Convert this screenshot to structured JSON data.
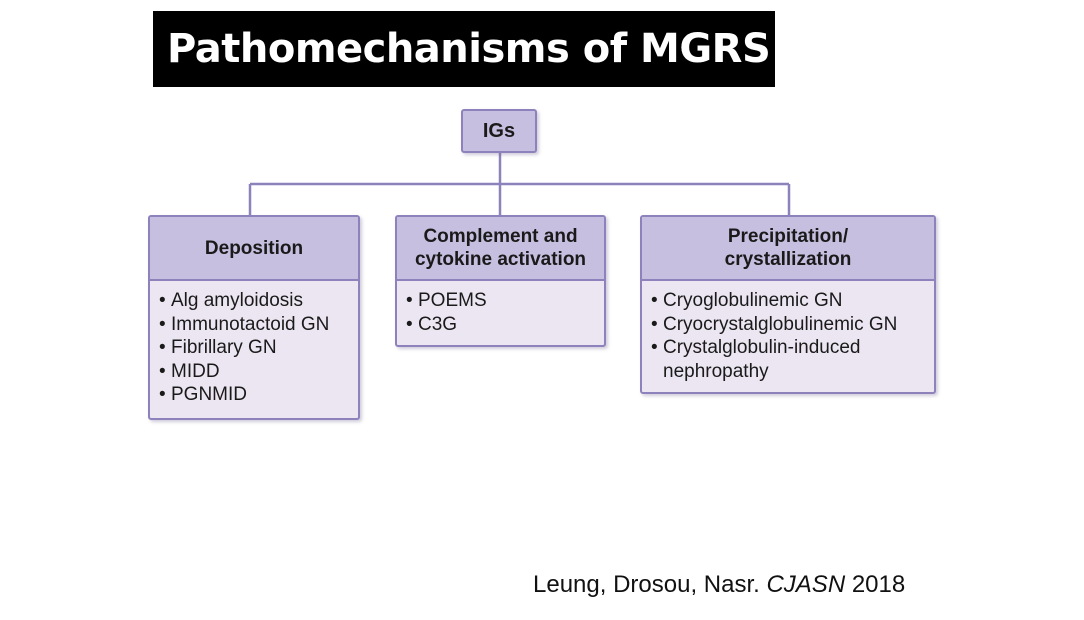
{
  "title": "Pathomechanisms of MGRS",
  "root": {
    "label": "IGs"
  },
  "branches": [
    {
      "header": "Deposition",
      "items": [
        "Alg amyloidosis",
        "Immunotactoid GN",
        "Fibrillary GN",
        "MIDD",
        "PGNMID"
      ]
    },
    {
      "header": "Complement and cytokine activation",
      "items": [
        "POEMS",
        "C3G"
      ]
    },
    {
      "header": "Precipitation/ crystallization",
      "items": [
        "Cryoglobulinemic GN",
        "Cryocrystalglobulinemic GN",
        "Crystalglobulin-induced nephropathy"
      ]
    }
  ],
  "citation": {
    "authors": "Leung, Drosou, Nasr.",
    "journal": "CJASN",
    "year": "2018"
  },
  "colors": {
    "title_bg": "#000000",
    "header_fill": "#c7bfe0",
    "body_fill": "#ece6f2",
    "border": "#8e82bd"
  }
}
